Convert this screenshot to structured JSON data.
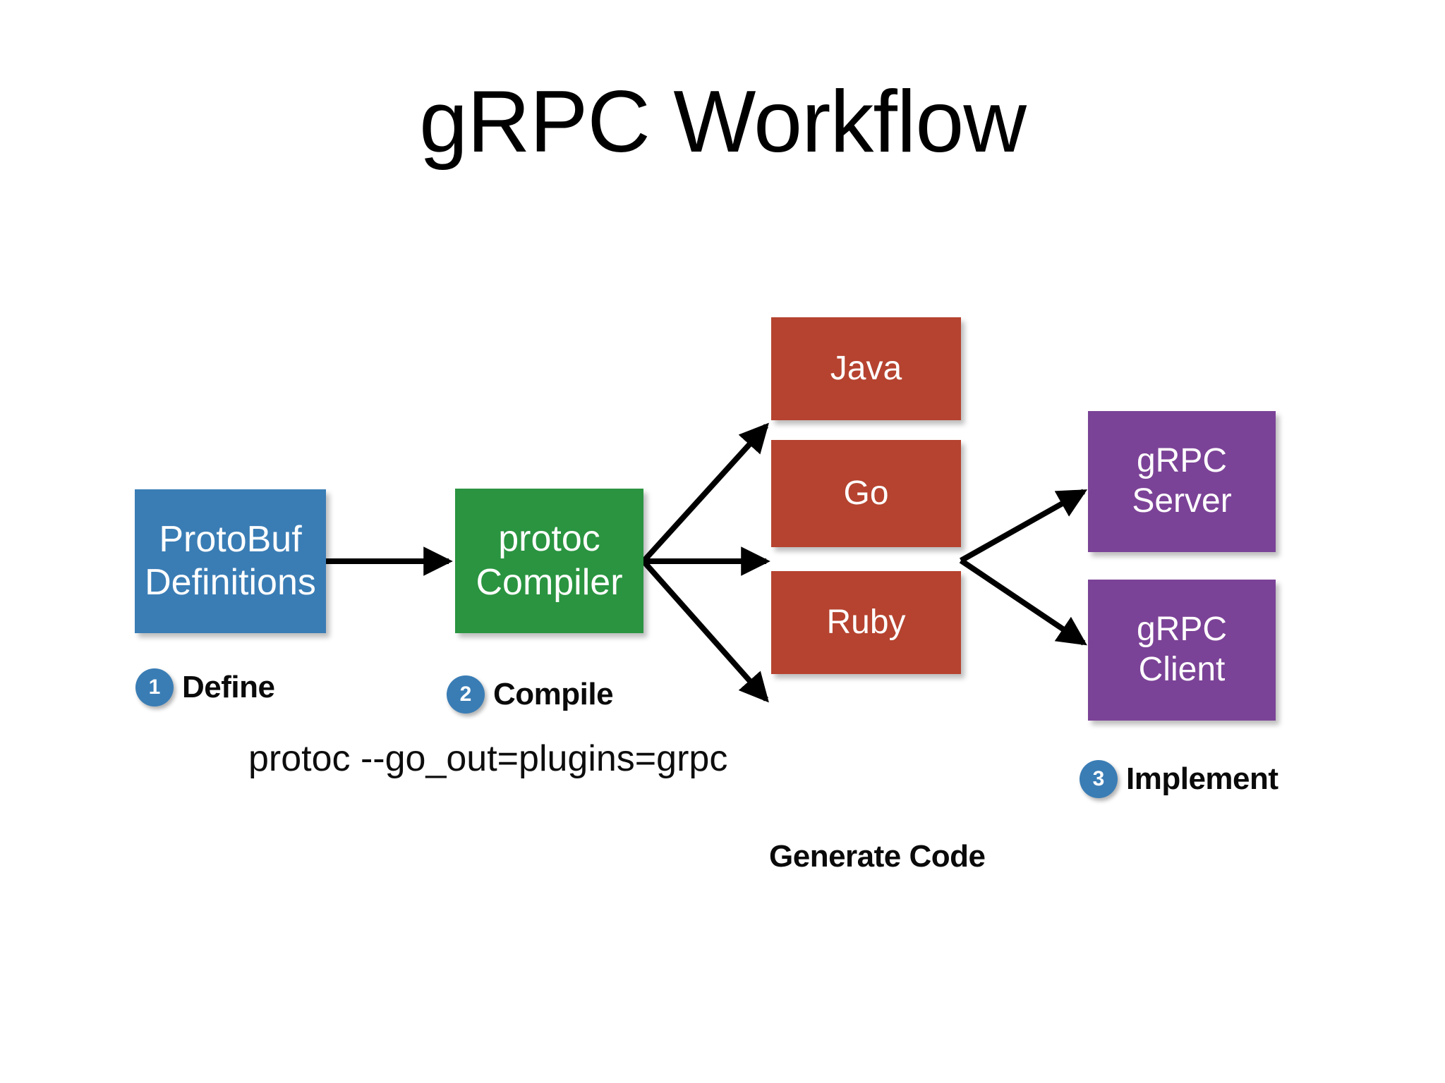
{
  "slide": {
    "title": "gRPC Workflow",
    "background_color": "#ffffff"
  },
  "nodes": {
    "protobuf": {
      "label": "ProtoBuf\nDefinitions",
      "color": "#3a7db5"
    },
    "protoc": {
      "label": "protoc\nCompiler",
      "color": "#2a9440"
    },
    "java": {
      "label": "Java",
      "color": "#b5432f"
    },
    "go": {
      "label": "Go",
      "color": "#b5432f"
    },
    "ruby": {
      "label": "Ruby",
      "color": "#b5432f"
    },
    "server": {
      "label": "gRPC\nServer",
      "color": "#7b4397"
    },
    "client": {
      "label": "gRPC\nClient",
      "color": "#7b4397"
    }
  },
  "steps": [
    {
      "number": "1",
      "label": "Define",
      "badge_color": "#3a7db5"
    },
    {
      "number": "2",
      "label": "Compile",
      "badge_color": "#3a7db5"
    },
    {
      "number": "3",
      "label": "Implement",
      "badge_color": "#3a7db5"
    }
  ],
  "captions": {
    "command": "protoc --go_out=plugins=grpc",
    "generate_code": "Generate Code"
  },
  "arrows": {
    "color": "#000000",
    "edges": [
      {
        "from": "protobuf",
        "to": "protoc"
      },
      {
        "from": "protoc",
        "to": "java"
      },
      {
        "from": "protoc",
        "to": "go"
      },
      {
        "from": "protoc",
        "to": "ruby"
      },
      {
        "from": "go",
        "to": "server"
      },
      {
        "from": "go",
        "to": "client"
      }
    ]
  }
}
